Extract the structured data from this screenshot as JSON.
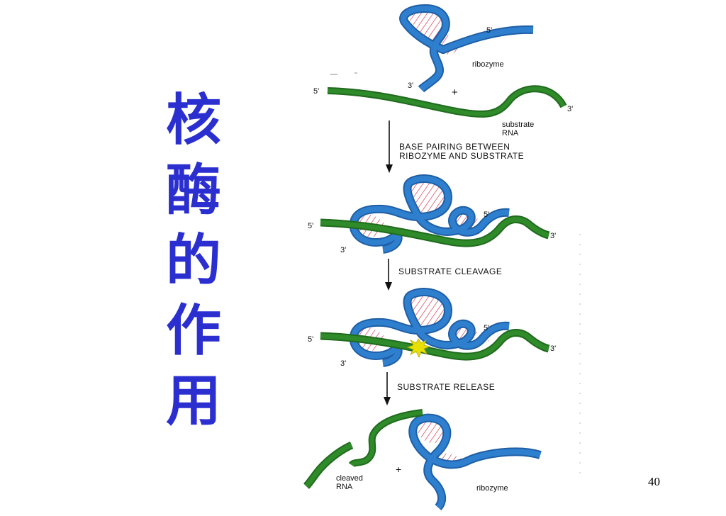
{
  "title_chars": [
    "核",
    "酶",
    "的",
    "作",
    "用"
  ],
  "slide_number": "40",
  "colors": {
    "title": "#2b2fd0",
    "ribozyme": "#2f7fcf",
    "substrate": "#2f8a2a",
    "pairing": "#d23a55",
    "cleave": "#e8e000"
  },
  "panel1": {
    "five_ribo": "5'",
    "ribozyme": "ribozyme",
    "three_ribo": "3'",
    "plus": "+",
    "five_sub": "5'",
    "three_sub": "3'",
    "substrate_line1": "substrate",
    "substrate_line2": "RNA"
  },
  "step1": {
    "line1": "BASE PAIRING BETWEEN",
    "line2": "RIBOZYME AND SUBSTRATE"
  },
  "panel2": {
    "five_left": "5'",
    "five_ribo": "5'",
    "three_right": "3'",
    "three_left": "3'"
  },
  "step2": {
    "label": "SUBSTRATE CLEAVAGE"
  },
  "panel3": {
    "five_left": "5'",
    "five_ribo": "5'",
    "three_right": "3'",
    "three_left": "3'"
  },
  "step3": {
    "label": "SUBSTRATE RELEASE"
  },
  "panel4": {
    "plus": "+",
    "cleaved_line1": "cleaved",
    "cleaved_line2": "RNA",
    "ribozyme": "ribozyme"
  }
}
